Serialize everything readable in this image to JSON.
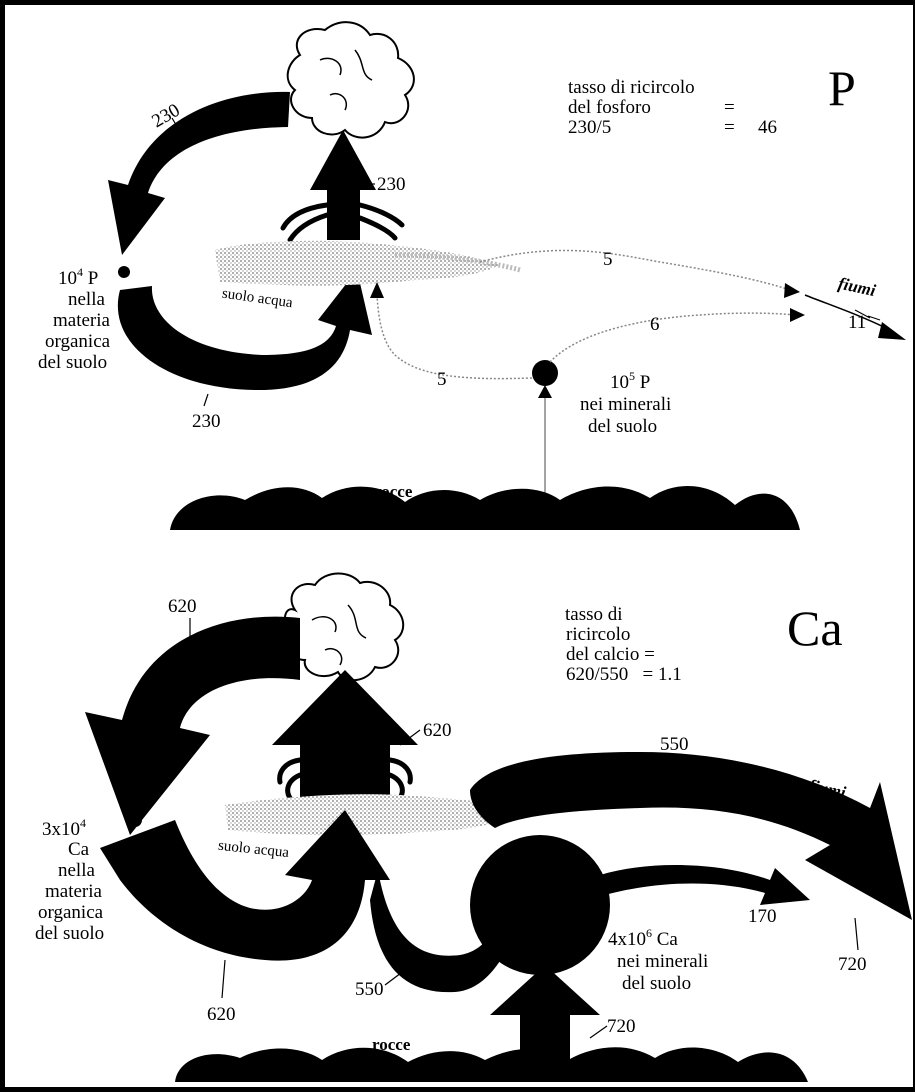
{
  "phosphorus": {
    "symbol": "P",
    "rate_line1": "tasso di ricircolo",
    "rate_line2": "del fosforo",
    "rate_eq1": "=",
    "rate_expr": "230/5",
    "rate_eq2": "=",
    "rate_value": "46",
    "flow_litter": "230",
    "flow_uptake": "230",
    "flow_mineral": "230",
    "flow_leach": "5",
    "flow_weather": "5",
    "flow_mineral_river": "6",
    "flow_river_total": "11",
    "rivers": "fiumi",
    "pool_organic_base": "10",
    "pool_organic_exp": "4",
    "pool_organic_elem": " P",
    "pool_organic_l2": "nella",
    "pool_organic_l3": "materia",
    "pool_organic_l4": "organica",
    "pool_organic_l5": "del suolo",
    "pool_mineral_base": "10",
    "pool_mineral_exp": "5",
    "pool_mineral_elem": " P",
    "pool_mineral_l2": "nei minerali",
    "pool_mineral_l3": "del suolo",
    "soil_water_a": "suolo",
    "soil_water_b": " acqua",
    "rocks": "rocce"
  },
  "calcium": {
    "symbol": "Ca",
    "rate_line1": "tasso di",
    "rate_line2": "ricircolo",
    "rate_line3": "del calcio =",
    "rate_line4": "620/550   = 1.1",
    "flow_litter": "620",
    "flow_uptake": "620",
    "flow_return": "620",
    "flow_leach": "550",
    "flow_weather_in": "550",
    "flow_mineral_river": "170",
    "flow_river_total": "720",
    "flow_weather": "720",
    "rivers": "fiumi",
    "pool_organic_l1a": "3x10",
    "pool_organic_exp": "4",
    "pool_organic_l2": "Ca",
    "pool_organic_l3": "nella",
    "pool_organic_l4": "materia",
    "pool_organic_l5": "organica",
    "pool_organic_l6": "del suolo",
    "pool_mineral_base": "4x10",
    "pool_mineral_exp": "6",
    "pool_mineral_elem": " Ca",
    "pool_mineral_l2": "nei minerali",
    "pool_mineral_l3": "del suolo",
    "soil_water_a": "suolo",
    "soil_water_b": " acqua",
    "rocks": "rocce"
  }
}
